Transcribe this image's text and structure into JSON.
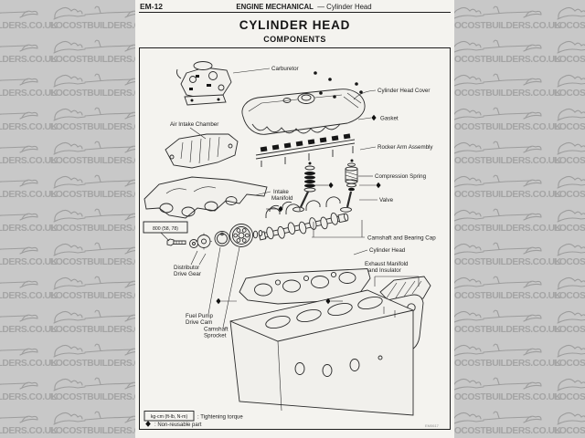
{
  "header": {
    "page_code": "EM-12",
    "section_title": "ENGINE MECHANICAL",
    "section_sub": "—  Cylinder Head"
  },
  "page": {
    "title": "CYLINDER HEAD",
    "subtitle": "COMPONENTS",
    "figure_code": "EM0617"
  },
  "watermark": {
    "text": "LOCOSTBUILDERS.CO.UK",
    "logo_icon": "locost-car-logo",
    "bg_color": "#c8c8c8",
    "text_color": "#a4a4a4"
  },
  "diagram": {
    "torque_spec": "800 (58, 78)",
    "labels": {
      "carburetor": "Carburetor",
      "cylinder_head_cover": "Cylinder Head Cover",
      "gasket": "Gasket",
      "air_intake_chamber": "Air Intake Chamber",
      "rocker_arm_assembly": "Rocker Arm Assembly",
      "compression_spring": "Compression Spring",
      "intake_manifold_line1": "Intake",
      "intake_manifold_line2": "Manifold",
      "valve": "Valve",
      "camshaft_and_bearing_cap": "Camshaft and Bearing Cap",
      "cylinder_head": "Cylinder Head",
      "exhaust_manifold_line1": "Exhaust Manifold",
      "exhaust_manifold_line2": "and Insulator",
      "distributor_drive_gear_line1": "Distributor",
      "distributor_drive_gear_line2": "Drive Gear",
      "fuel_pump_drive_cam_line1": "Fuel Pump",
      "fuel_pump_drive_cam_line2": "Drive Cam",
      "camshaft_sprocket_line1": "Camshaft",
      "camshaft_sprocket_line2": "Sprocket"
    }
  },
  "legend": {
    "torque_unit_box": "kg-cm (ft-lb, N-m)",
    "torque_caption": ":  Tightening torque",
    "nonreusable_caption": ":  Non-reusable part"
  },
  "colors": {
    "page_bg": "#f4f3ef",
    "ink": "#1c1c1c"
  }
}
